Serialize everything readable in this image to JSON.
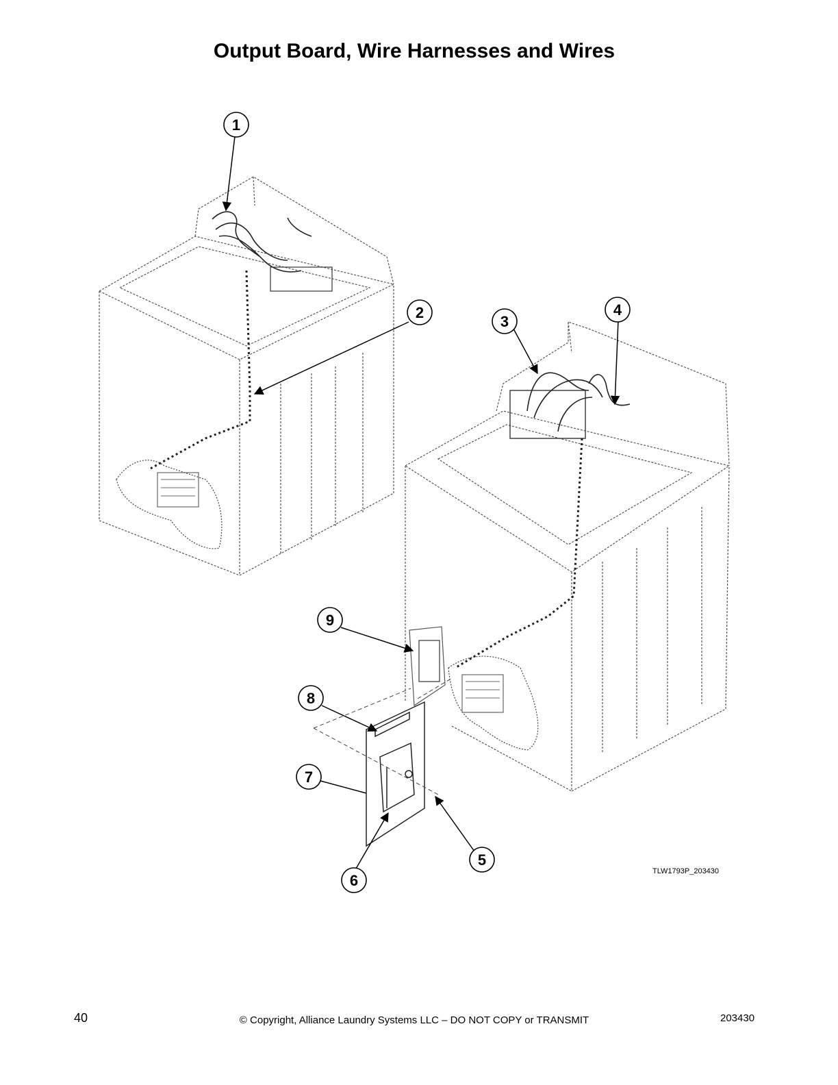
{
  "title": "Output Board, Wire Harnesses and Wires",
  "callouts": [
    "1",
    "2",
    "3",
    "4",
    "5",
    "6",
    "7",
    "8",
    "9"
  ],
  "image_code": "TLW1793P_203430",
  "footer": {
    "page_number": "40",
    "copyright": "© Copyright, Alliance Laundry Systems LLC – DO NOT COPY or TRANSMIT",
    "doc_number": "203430"
  }
}
